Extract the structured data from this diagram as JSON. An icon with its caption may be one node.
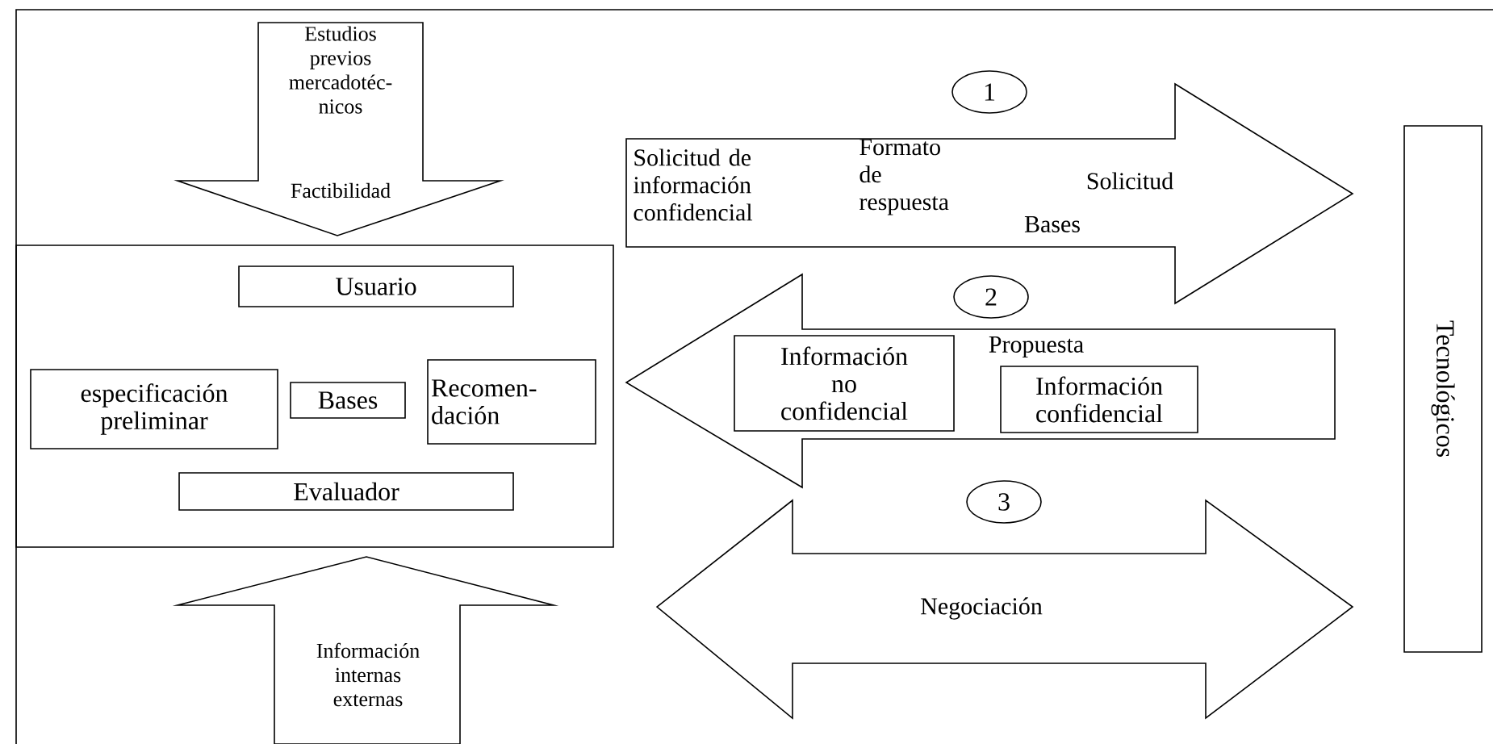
{
  "diagram": {
    "nodes": [
      {
        "text": [
          "Estudios previos mercadotéc-nicos",
          "Factibilidad"
        ]
      },
      {
        "text": [],
        "shape": "box"
      },
      {
        "text": [
          "Usuario"
        ],
        "in": 1
      },
      {
        "text": [
          "especificación preliminar"
        ],
        "in": 1
      },
      {
        "text": [
          "Bases"
        ],
        "in": 1
      },
      {
        "text": [
          "Recomen-dación"
        ],
        "in": 1
      },
      {
        "text": [
          "Evaluador"
        ],
        "in": 1
      },
      {
        "text": [
          "Información internas externas"
        ]
      },
      {
        "text": [
          "1"
        ]
      },
      {
        "text": [
          "Solicitud de información confidencial",
          "Formato de respuesta",
          "Solicitud",
          "Bases"
        ]
      },
      {
        "text": [
          "2"
        ]
      },
      {
        "text": [
          "Propuesta"
        ]
      },
      {
        "text": [
          "Información no confidencial"
        ],
        "in": 11
      },
      {
        "text": [
          "Información confidencial"
        ],
        "in": 11
      },
      {
        "text": [
          "3"
        ]
      },
      {
        "text": [
          "Negociación"
        ]
      },
      {
        "text": [
          "Tecnológicos"
        ]
      }
    ]
  }
}
